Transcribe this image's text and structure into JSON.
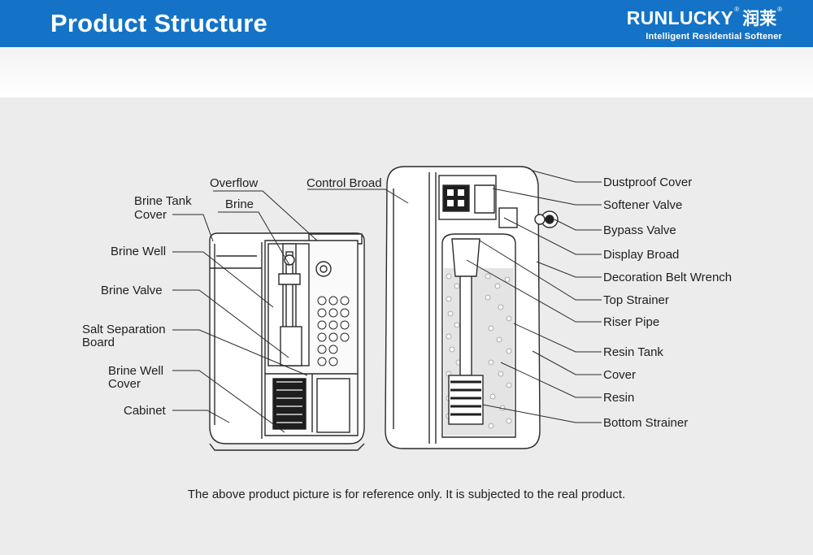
{
  "header": {
    "title": "Product Structure",
    "brand_name": "RUNLUCKY",
    "brand_chinese": "润莱",
    "brand_reg": "®",
    "brand_tagline": "Intelligent Residential Softener",
    "color": "#1473c6"
  },
  "labels": {
    "left": {
      "overflow": "Overflow",
      "brine": "Brine",
      "brine_tank_cover_1": "Brine Tank",
      "brine_tank_cover_2": "Cover",
      "brine_well": "Brine Well",
      "brine_valve": "Brine Valve",
      "salt_separation_board_1": "Salt Separation",
      "salt_separation_board_2": "Board",
      "brine_well_cover_1": "Brine Well",
      "brine_well_cover_2": "Cover",
      "cabinet": "Cabinet"
    },
    "top": {
      "control_broad": "Control Broad"
    },
    "right": {
      "dustproof_cover": "Dustproof Cover",
      "softener_valve": "Softener Valve",
      "bypass_valve": "Bypass Valve",
      "display_broad": "Display Broad",
      "decoration_belt_wrench": "Decoration Belt Wrench",
      "top_strainer": "Top Strainer",
      "riser_pipe": "Riser Pipe",
      "resin_tank": "Resin Tank",
      "cover": "Cover",
      "resin": "Resin",
      "bottom_strainer": "Bottom Strainer"
    }
  },
  "footer": {
    "note": "The above product picture is for reference only. It is subjected to the real product."
  }
}
